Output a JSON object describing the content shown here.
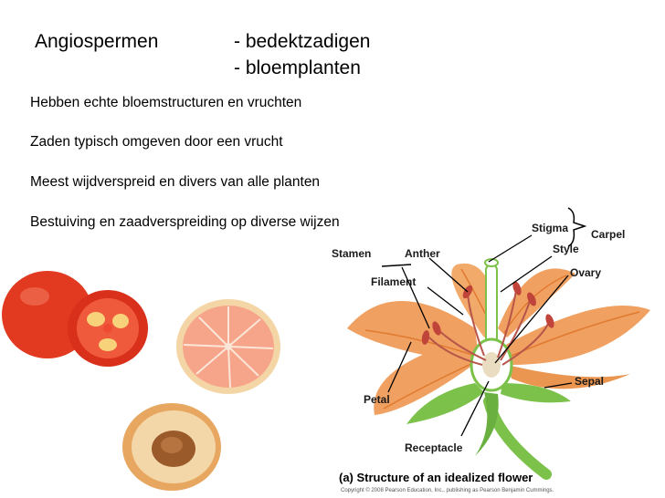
{
  "heading": {
    "term": "Angiospermen",
    "synonyms": [
      "- bedektzadigen",
      "- bloemplanten"
    ]
  },
  "points": [
    "Hebben echte bloemstructuren en vruchten",
    "Zaden typisch omgeven door een vrucht",
    "Meest wijdverspreid en divers van alle planten",
    "Bestuiving en zaadverspreiding op diverse wijzen"
  ],
  "diagram": {
    "labels": {
      "stigma": "Stigma",
      "carpel": "Carpel",
      "style": "Style",
      "stamen": "Stamen",
      "anther": "Anther",
      "ovary": "Ovary",
      "filament": "Filament",
      "sepal": "Sepal",
      "petal": "Petal",
      "receptacle": "Receptacle"
    },
    "caption": "(a) Structure of an idealized flower",
    "copyright": "Copyright © 2008 Pearson Education, Inc., publishing as Pearson Benjamin Cummings."
  },
  "colors": {
    "petal": "#f0a060",
    "petal_vein": "#e07a30",
    "sepal": "#7cc24a",
    "anther": "#c0443a",
    "tomato": "#e23a20",
    "grapefruit": "#f7a58a",
    "peach_skin": "#f2c890",
    "peach_pit": "#9a5a2a"
  }
}
